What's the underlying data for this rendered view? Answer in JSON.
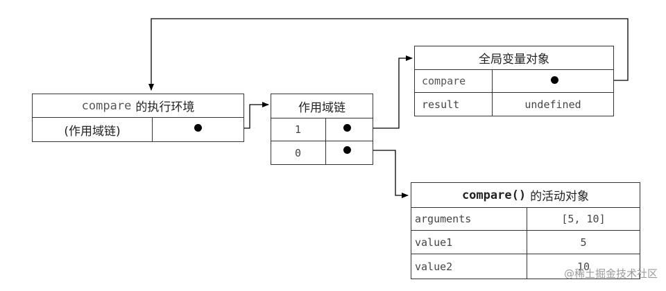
{
  "exec_context": {
    "title_code": "compare",
    "title_text": "的执行环境",
    "scope_chain_label": "(作用域链)"
  },
  "scope_chain": {
    "title": "作用域链",
    "indices": [
      "1",
      "0"
    ]
  },
  "global_object": {
    "title": "全局变量对象",
    "rows": [
      {
        "name": "compare",
        "value": ""
      },
      {
        "name": "result",
        "value": "undefined"
      }
    ]
  },
  "activation_object": {
    "title_code": "compare()",
    "title_text": "的活动对象",
    "rows": [
      {
        "name": "arguments",
        "value": "[5, 10]"
      },
      {
        "name": "value1",
        "value": "5"
      },
      {
        "name": "value2",
        "value": "10"
      }
    ]
  },
  "watermark": "@稀土掘金技术社区"
}
